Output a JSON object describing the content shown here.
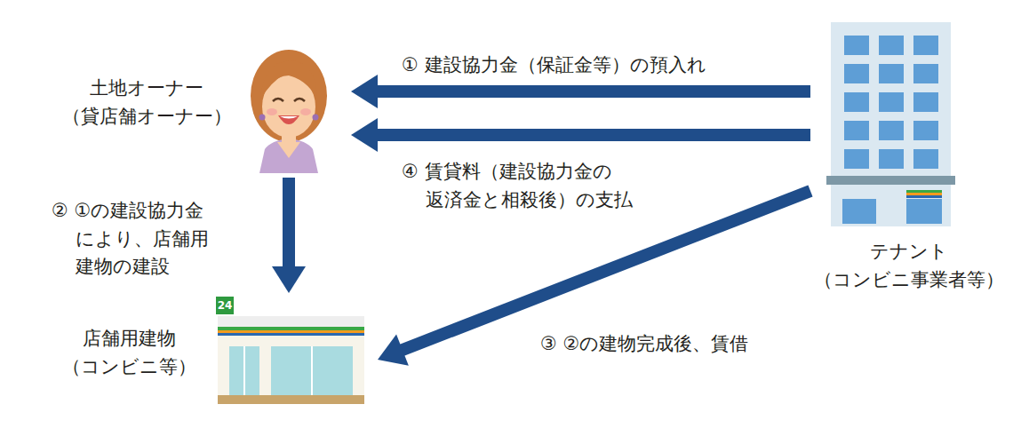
{
  "diagram": {
    "nodes": [
      {
        "text": [
          "土地オーナー （貸店舗オーナー）"
        ]
      },
      {
        "text": [
          "テナント （コンビニ事業者等）"
        ]
      },
      {
        "text": [
          "店舗用建物 （コンビニ等）"
        ]
      }
    ],
    "edges": [
      {
        "from": 1,
        "to": 0,
        "arrow": "to",
        "label": "① 建設協力金（保証金等）の預入れ"
      },
      {
        "from": 0,
        "to": 2,
        "arrow": "to",
        "label": "② ①の建設協力金 により、店舗用 建物の建設"
      },
      {
        "from": 1,
        "to": 2,
        "arrow": "to",
        "label": "③ ②の建物完成後、賃借"
      },
      {
        "from": 1,
        "to": 0,
        "arrow": "to",
        "label": "④ 賃貸料（建設協力金の 返済金と相殺後）の支払"
      }
    ],
    "labels": [
      "24"
    ]
  }
}
